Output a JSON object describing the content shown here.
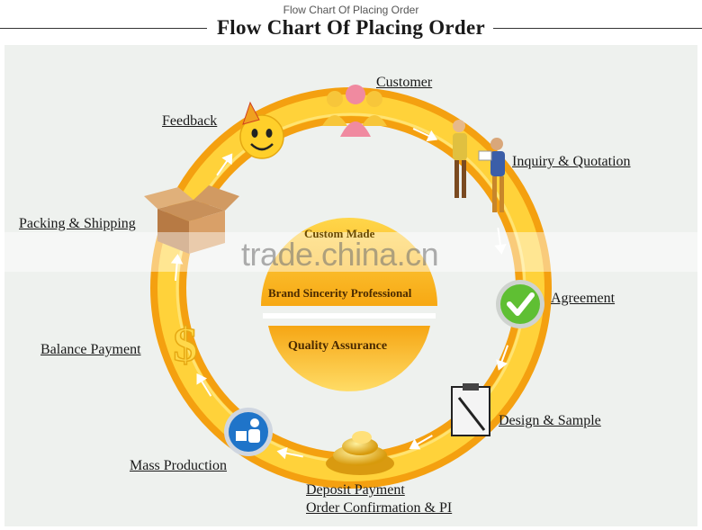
{
  "header": {
    "small_title": "Flow Chart Of Placing Order",
    "title": "Flow Chart Of Placing Order"
  },
  "steps": [
    {
      "label": "Customer",
      "icon": "customer-group-icon"
    },
    {
      "label": "Inquiry & Quotation",
      "icon": "handshake-people-icon"
    },
    {
      "label": "Agreement",
      "icon": "checkmark-icon"
    },
    {
      "label": "Design & Sample",
      "icon": "clipboard-pen-icon"
    },
    {
      "label": "Deposit Payment",
      "icon": "gold-coins-icon"
    },
    {
      "label": "Order Confirmation & PI",
      "icon": "gold-coins-icon"
    },
    {
      "label": "Mass Production",
      "icon": "worker-box-icon"
    },
    {
      "label": "Balance Payment",
      "icon": "dollar-sign-icon"
    },
    {
      "label": "Packing & Shipping",
      "icon": "cardboard-box-icon"
    },
    {
      "label": "Feedback",
      "icon": "smiley-party-icon"
    }
  ],
  "center": {
    "line1": "Custom Made",
    "line2": "Brand  Sincerity  Professional",
    "line3": "Quality  Assurance"
  },
  "watermark": "trade.china.cn",
  "colors": {
    "ring_outer": "#f6a713",
    "ring_inner": "#ffd23a",
    "center_top": "#f9b21a",
    "center_bottom": "#fbd04a",
    "panel": "#eef1ee"
  }
}
